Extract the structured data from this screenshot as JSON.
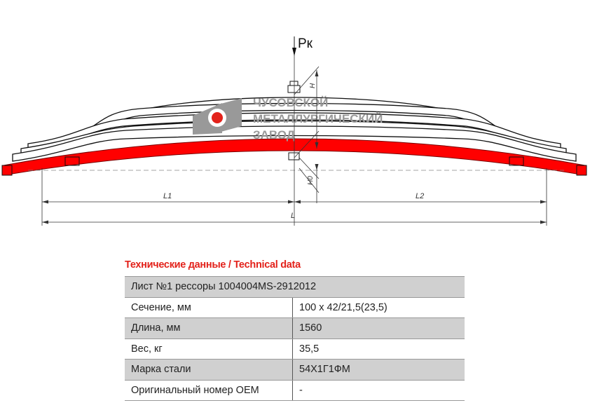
{
  "drawing": {
    "load_label": "Pк",
    "dim_l1": "L1",
    "dim_l2": "L2",
    "dim_l": "L",
    "dim_h": "H",
    "dim_h0": "H0",
    "accent_color": "#ff0000",
    "watermark": {
      "line1": "ЧУСОВСКОЙ",
      "line2": "МЕТАЛЛУРГИЧЕСКИЙ",
      "line3": "ЗАВОД"
    }
  },
  "specs": {
    "title": "Технические данные / Technical data",
    "header": "Лист №1 рессоры 1004004MS-2912012",
    "rows": [
      {
        "label": "Сечение, мм",
        "value": "100 x 42/21,5(23,5)"
      },
      {
        "label": "Длина, мм",
        "value": "1560"
      },
      {
        "label": "Вес, кг",
        "value": "35,5"
      },
      {
        "label": "Марка стали",
        "value": "54Х1Г1ФМ"
      },
      {
        "label": "Оригинальный номер OEM",
        "value": "-"
      }
    ]
  }
}
